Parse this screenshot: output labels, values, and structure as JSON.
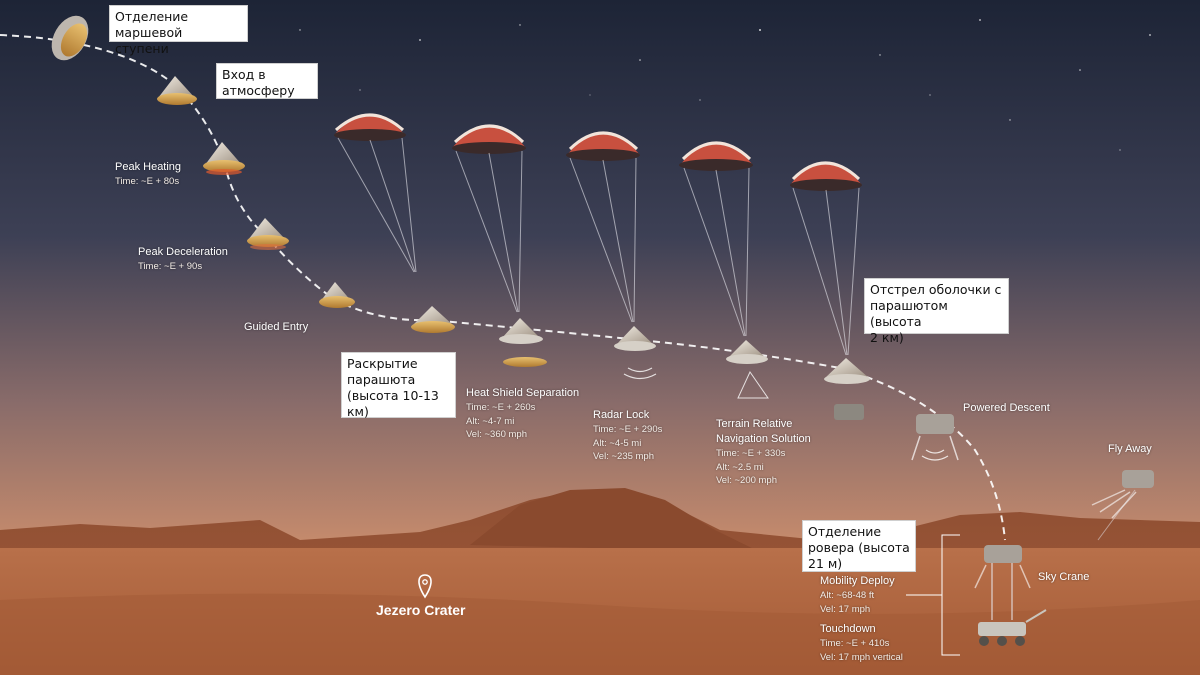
{
  "russian_labels": {
    "cruise_separation": "Отделение маршевой\nступени",
    "atmosphere_entry": "Вход в\nатмосферу",
    "parachute_deploy": "Раскрытие\nпарашюта\n(высота 10-13\nкм)",
    "backshell_separation": "Отстрел оболочки с\nпарашютом (высота\n2 км)",
    "rover_separation": "Отделение\nровера (высота\n21 м)"
  },
  "stages": {
    "peak_heating": {
      "title": "Peak Heating",
      "time": "Time: ~E + 80s"
    },
    "peak_deceleration": {
      "title": "Peak Deceleration",
      "time": "Time: ~E + 90s"
    },
    "guided_entry": {
      "title": "Guided Entry"
    },
    "heat_shield": {
      "title": "Heat Shield Separation",
      "time": "Time: ~E + 260s",
      "alt": "Alt: ~4-7 mi",
      "vel": "Vel: ~360 mph"
    },
    "radar_lock": {
      "title": "Radar Lock",
      "time": "Time: ~E + 290s",
      "alt": "Alt: ~4-5 mi",
      "vel": "Vel: ~235 mph"
    },
    "terrain_nav": {
      "title": "Terrain Relative\nNavigation Solution",
      "title_1": "Terrain Relative",
      "title_2": "Navigation Solution",
      "time": "Time: ~E + 330s",
      "alt": "Alt: ~2.5 mi",
      "vel": "Vel: ~200 mph"
    },
    "powered_descent": {
      "title": "Powered Descent"
    },
    "fly_away": {
      "title": "Fly Away"
    },
    "sky_crane": {
      "title": "Sky Crane"
    },
    "mobility_deploy": {
      "title": "Mobility Deploy",
      "alt": "Alt: ~68-48 ft",
      "vel": "Vel: 17 mph"
    },
    "touchdown": {
      "title": "Touchdown",
      "time": "Time: ~E + 410s",
      "vel": "Vel: 17 mph vertical"
    }
  },
  "location": {
    "name": "Jezero Crater",
    "icon": "location-pin-icon"
  },
  "colors": {
    "sky_top": "#1f2638",
    "sky_mid": "#6b5a63",
    "horizon": "#c98f6e",
    "ground": "#b36a43",
    "trajectory": "#ffffff",
    "parachute_red": "#c8503f",
    "parachute_white": "#f2e4da"
  }
}
